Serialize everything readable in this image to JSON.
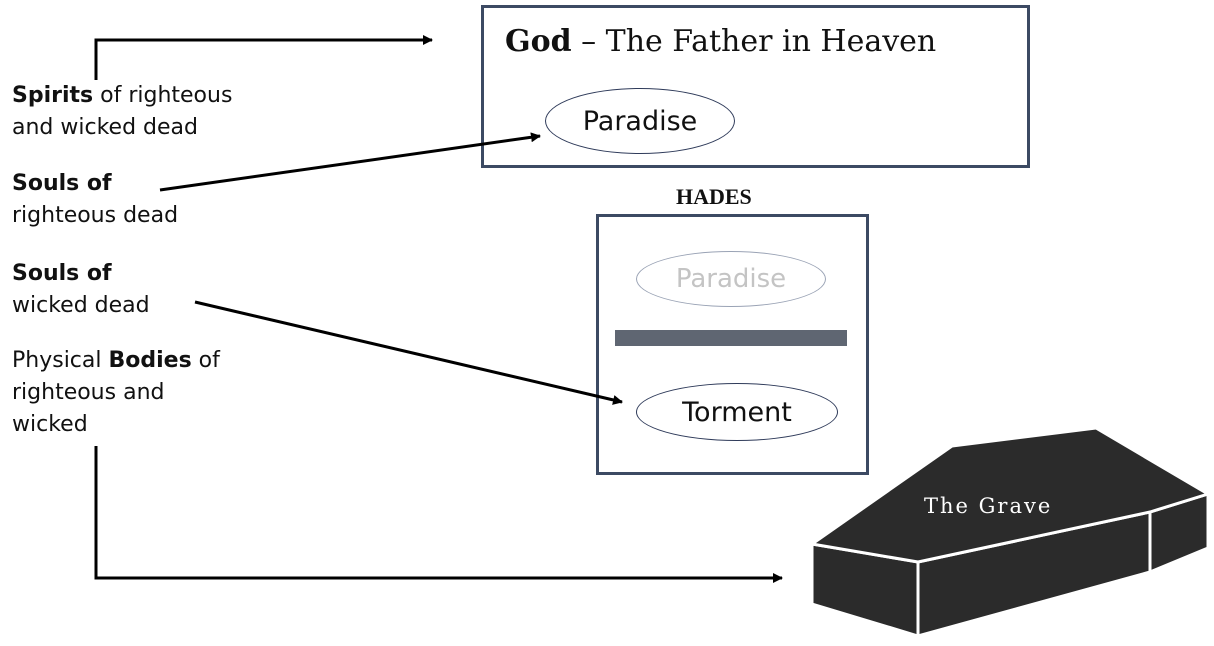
{
  "labels": {
    "spirits": {
      "bold": "Spirits",
      "rest": " of righteous",
      "line2": "and wicked dead"
    },
    "souls_righteous": {
      "bold": "Souls of",
      "line2": "righteous dead"
    },
    "souls_wicked": {
      "bold": "Souls of",
      "line2": "wicked dead"
    },
    "bodies": {
      "pre": "Physical ",
      "bold": "Bodies",
      "post": " of",
      "line2": "righteous and",
      "line3": "wicked"
    }
  },
  "heaven": {
    "title_bold": "God",
    "title_rest": " – The Father in Heaven",
    "paradise": "Paradise"
  },
  "hades": {
    "title": "HADES",
    "paradise": "Paradise",
    "torment": "Torment"
  },
  "grave": {
    "label": "The Grave"
  },
  "colors": {
    "box_border": "#3c4a63",
    "coffin": "#2b2b2b",
    "divider": "#5f6672",
    "faded_text": "#c4c4c4"
  }
}
